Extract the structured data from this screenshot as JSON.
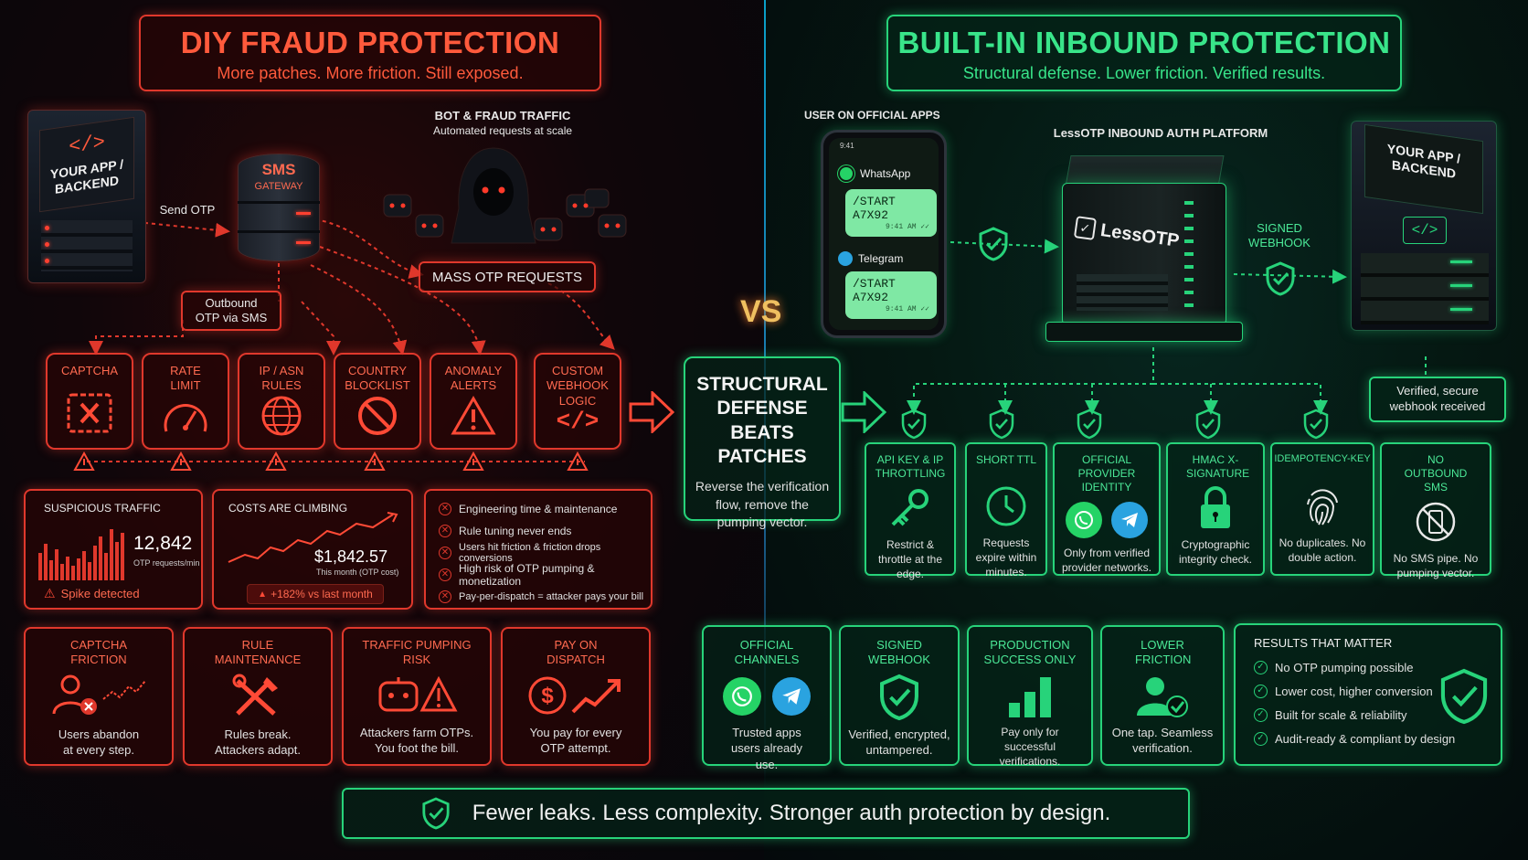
{
  "left": {
    "title": "DIY FRAUD PROTECTION",
    "subtitle": "More patches. More friction. Still exposed.",
    "backend_label": "YOUR APP / BACKEND",
    "backend_code": "</>",
    "send_otp": "Send OTP",
    "sms_gateway_title": "SMS",
    "sms_gateway_sub": "GATEWAY",
    "bot_traffic_title": "BOT & FRAUD TRAFFIC",
    "bot_traffic_sub": "Automated requests at scale",
    "mass_otp": "MASS OTP REQUESTS",
    "outbound_otp": "Outbound OTP via SMS",
    "patches": [
      {
        "label": "CAPTCHA",
        "icon": "captcha-icon"
      },
      {
        "label": "RATE LIMIT",
        "icon": "speedometer-icon"
      },
      {
        "label": "IP / ASN RULES",
        "icon": "globe-icon"
      },
      {
        "label": "COUNTRY BLOCKLIST",
        "icon": "block-icon"
      },
      {
        "label": "ANOMALY ALERTS",
        "icon": "warning-icon"
      },
      {
        "label": "CUSTOM WEBHOOK LOGIC",
        "icon": "code-icon"
      }
    ],
    "suspicious": {
      "title": "SUSPICIOUS TRAFFIC",
      "value": "12,842",
      "unit": "OTP requests/min",
      "alert": "Spike detected"
    },
    "costs": {
      "title": "COSTS ARE CLIMBING",
      "value": "$1,842.57",
      "unit": "This month (OTP cost)",
      "change": "+182% vs last month"
    },
    "problems": [
      "Engineering time & maintenance",
      "Rule tuning never ends",
      "Users hit friction & friction drops conversions",
      "High risk of OTP pumping & monetization",
      "Pay-per-dispatch = attacker pays your bill"
    ],
    "bottom_cards": [
      {
        "title": "CAPTCHA FRICTION",
        "desc": "Users abandon at every step.",
        "icon": "user-friction-icon"
      },
      {
        "title": "RULE MAINTENANCE",
        "desc": "Rules break. Attackers adapt.",
        "icon": "tools-icon"
      },
      {
        "title": "TRAFFIC PUMPING RISK",
        "desc": "Attackers farm OTPs. You foot the bill.",
        "icon": "bot-warning-icon"
      },
      {
        "title": "PAY ON DISPATCH",
        "desc": "You pay for every OTP attempt.",
        "icon": "dollar-up-icon"
      }
    ]
  },
  "vs": "VS",
  "center": {
    "title": "STRUCTURAL DEFENSE BEATS PATCHES",
    "desc": "Reverse the verification flow, remove the pumping vector."
  },
  "right": {
    "title": "BUILT-IN INBOUND PROTECTION",
    "subtitle": "Structural defense. Lower friction. Verified results.",
    "user_label": "USER ON OFFICIAL APPS",
    "phone_time": "9:41",
    "whatsapp": "WhatsApp",
    "telegram": "Telegram",
    "chat_text": "/START A7X92",
    "chat_time": "9:41 AM ✓✓",
    "platform_label": "LessOTP INBOUND AUTH PLATFORM",
    "platform_logo": "LessOTP",
    "signed_webhook": "SIGNED WEBHOOK",
    "backend_label": "YOUR APP / BACKEND",
    "backend_code": "</>",
    "verified_note": "Verified, secure webhook received",
    "features": [
      {
        "title": "API KEY & IP THROTTLING",
        "desc": "Restrict & throttle at the edge.",
        "icon": "key-icon"
      },
      {
        "title": "SHORT TTL",
        "desc": "Requests expire within minutes.",
        "icon": "clock-icon"
      },
      {
        "title": "OFFICIAL PROVIDER IDENTITY",
        "desc": "Only from verified provider networks.",
        "icon": "provider-icons"
      },
      {
        "title": "HMAC X-SIGNATURE",
        "desc": "Cryptographic integrity check.",
        "icon": "lock-icon"
      },
      {
        "title": "IDEMPOTENCY-KEY",
        "desc": "No duplicates. No double action.",
        "icon": "fingerprint-icon"
      },
      {
        "title": "NO OUTBOUND SMS",
        "desc": "No SMS pipe. No pumping vector.",
        "icon": "no-sms-icon"
      }
    ],
    "bottom_cards": [
      {
        "title": "OFFICIAL CHANNELS",
        "desc": "Trusted apps users already use.",
        "icon": "channels-icon"
      },
      {
        "title": "SIGNED WEBHOOK",
        "desc": "Verified, encrypted, untampered.",
        "icon": "shield-check-icon"
      },
      {
        "title": "PRODUCTION SUCCESS ONLY",
        "desc": "Pay only for successful verifications.",
        "icon": "bars-icon"
      },
      {
        "title": "LOWER FRICTION",
        "desc": "One tap. Seamless verification.",
        "icon": "user-check-icon"
      }
    ],
    "results": {
      "title": "RESULTS THAT MATTER",
      "items": [
        "No OTP pumping possible",
        "Lower cost, higher conversion",
        "Built for scale & reliability",
        "Audit-ready & compliant by design"
      ]
    }
  },
  "footer": "Fewer leaks. Less complexity. Stronger auth protection by design.",
  "colors": {
    "red": "#e0382c",
    "green": "#27d37a",
    "blue_divider": "#0aa0c8"
  }
}
